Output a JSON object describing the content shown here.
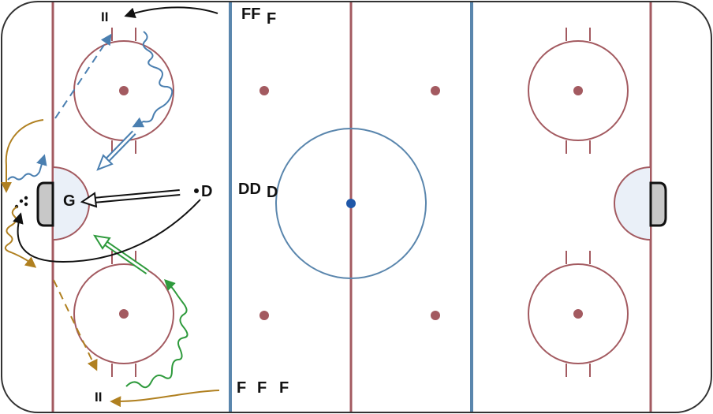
{
  "labels": {
    "top_forwards_1": "FF",
    "top_forwards_2": "F",
    "bottom_forwards": [
      "F",
      "F",
      "F"
    ],
    "defense_group_1": "DD",
    "defense_group_2": "D",
    "defense_player": "D",
    "goalie": "G",
    "pylon_top": "II",
    "pylon_bottom": "II"
  },
  "colors": {
    "red_line": "#a35a60",
    "blue_line": "#5a86ad",
    "crease_fill": "#eaf0f8",
    "net_fill": "#c8c8c8",
    "blue_path": "#4a7fb0",
    "gold_path": "#b08020",
    "green_path": "#2e9a3c",
    "black_path": "#111111",
    "faceoff_dot": "#a35a60",
    "center_dot": "#1f57a8"
  }
}
